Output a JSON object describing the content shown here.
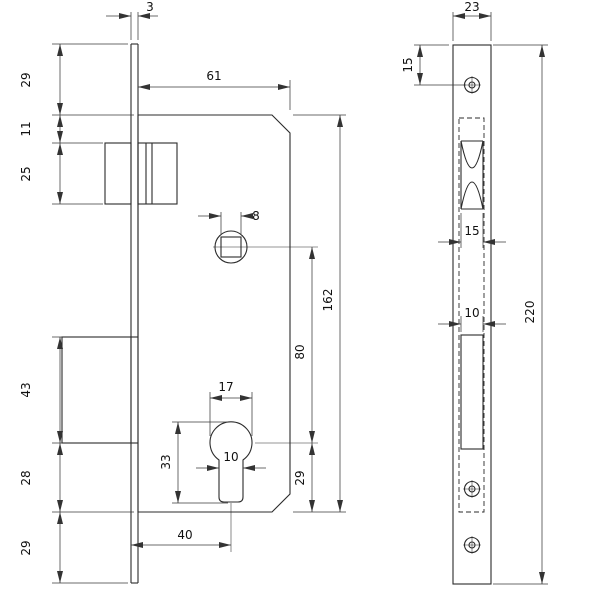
{
  "left_view": {
    "dims": {
      "plate_thickness": "3",
      "top_to_case": "29",
      "case_to_latch": "11",
      "latch_height": "25",
      "case_depth": "61",
      "follower_square": "8",
      "case_height": "162",
      "follower_to_cylinder": "80",
      "bolt_height": "43",
      "bolt_to_case_bottom": "28",
      "case_to_plate_bottom": "29",
      "cylinder_width": "17",
      "cylinder_height": "33",
      "stem_width": "10",
      "cylinder_to_case_bottom": "29",
      "backset": "40"
    }
  },
  "right_view": {
    "dims": {
      "plate_width": "23",
      "top_to_screw": "15",
      "latch_cut_width": "15",
      "bolt_cut_width": "10",
      "plate_height": "220"
    }
  }
}
